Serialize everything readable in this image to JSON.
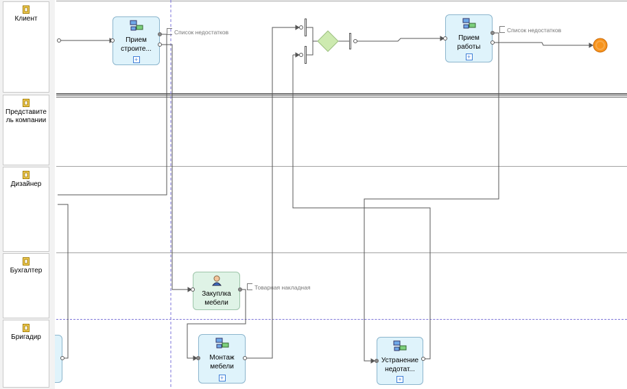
{
  "lanes": [
    {
      "name": "Клиент"
    },
    {
      "name": "Представитель компании"
    },
    {
      "name": "Дизайнер"
    },
    {
      "name": "Бухгалтер"
    },
    {
      "name": "Бригадир"
    }
  ],
  "tasks": {
    "t1": {
      "name": "Прием строите..."
    },
    "t2": {
      "name": "Прием работы"
    },
    "t3": {
      "name": "Закуплка мебели"
    },
    "t4": {
      "name": "Монтаж мебели"
    },
    "t5": {
      "name": "Устранение недотат..."
    }
  },
  "docs": {
    "d1": "Список недостатков",
    "d2": "Список недостатков",
    "d3": "Товарная накладная"
  },
  "colors": {
    "task_fill": "#dff3fb",
    "user_task_fill": "#dff3e6",
    "gateway": "#cdeab0",
    "end_event": "#f7941d",
    "swimlane_marker": "#6a5acd"
  }
}
